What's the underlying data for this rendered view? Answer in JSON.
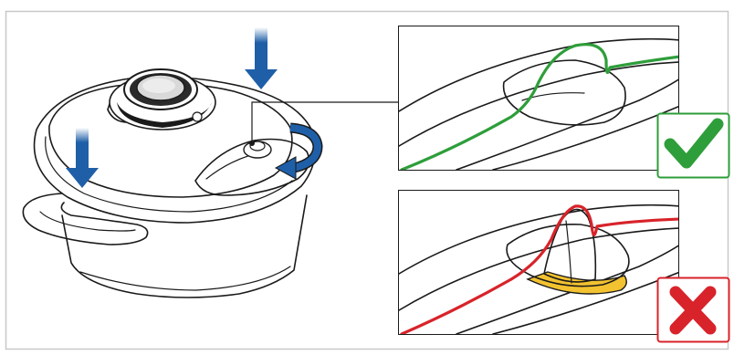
{
  "figure": {
    "main_illustration": "pressure-cooker-with-lid",
    "steps": [
      {
        "name": "press-down",
        "icon": "down-arrow-icon",
        "count": 2
      },
      {
        "name": "turn-knob",
        "icon": "rotate-arrow-icon"
      }
    ],
    "panels": [
      {
        "name": "correct-position",
        "icon": "check-mark-icon",
        "status": "correct"
      },
      {
        "name": "incorrect-position",
        "icon": "cross-mark-icon",
        "status": "incorrect"
      }
    ]
  },
  "colors": {
    "line": "#1a1a1a",
    "arrow": "#1f5fa8",
    "correct": "#2e9e3a",
    "incorrect": "#d8232a",
    "gap_fill": "#f2c230",
    "frame": "#c8c8c8"
  }
}
